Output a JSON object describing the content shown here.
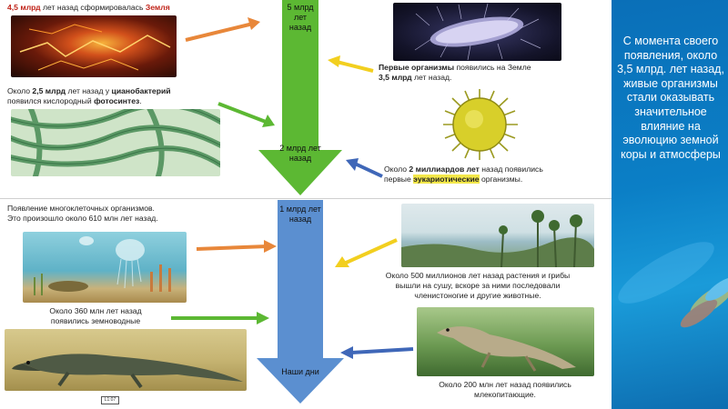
{
  "timeline": {
    "top_label": "5 млрд лет назад",
    "mid_label": "2 млрд лет назад",
    "lower_label": "1 млрд лет назад",
    "bottom_label": "Наши дни"
  },
  "captions": {
    "earth_num": "4,5 млрд",
    "earth_text": " лет назад сформировалась ",
    "earth_word": "Земля",
    "first_org_word": "Первые организмы",
    "first_org_text": " появились на Земле",
    "first_org_num": "3,5 млрд",
    "first_org_tail": " лет назад.",
    "cyano_pre": "Около ",
    "cyano_num": "2,5 млрд",
    "cyano_mid": " лет назад у ",
    "cyano_word": "цианобактерий",
    "cyano_line2": "появился кислородный ",
    "cyano_word2": "фотосинтез",
    "cyano_end": ".",
    "euk_pre": "Около ",
    "euk_num": "2 миллиардов лет",
    "euk_mid": " назад появились",
    "euk_line2": "первые ",
    "euk_word": "эукариотические",
    "euk_end": " организмы.",
    "multi_line1": "Появление многоклеточных организмов.",
    "multi_line2": "Это произошло около 610 млн лет назад.",
    "plants_line1": "Около 500 миллионов лет назад растения и грибы",
    "plants_line2": "вышли на сушу, вскоре за ними последовали",
    "plants_line3": "членистоногие и другие животные.",
    "amph_line1": "Около 360 млн лет назад",
    "amph_line2": "появились земноводные",
    "mammal_line1": "Около 200 млн лет назад появились",
    "mammal_line2": "млекопитающие."
  },
  "side_panel": {
    "text": "С момента своего появления, около 3,5 млрд. лет назад, живые организмы стали оказывать значительное влияние на эволюцию земной коры и атмосферы"
  },
  "stamp": "L1:07",
  "colors": {
    "green_arrow": "#5cb833",
    "blue_arrow": "#5b8fd0",
    "orange_arrow": "#e8873a",
    "yellow_arrow": "#f2cf1f",
    "green_small": "#5cb833",
    "blue_small": "#3f67b8",
    "side_bg": "#0b7fc6"
  }
}
